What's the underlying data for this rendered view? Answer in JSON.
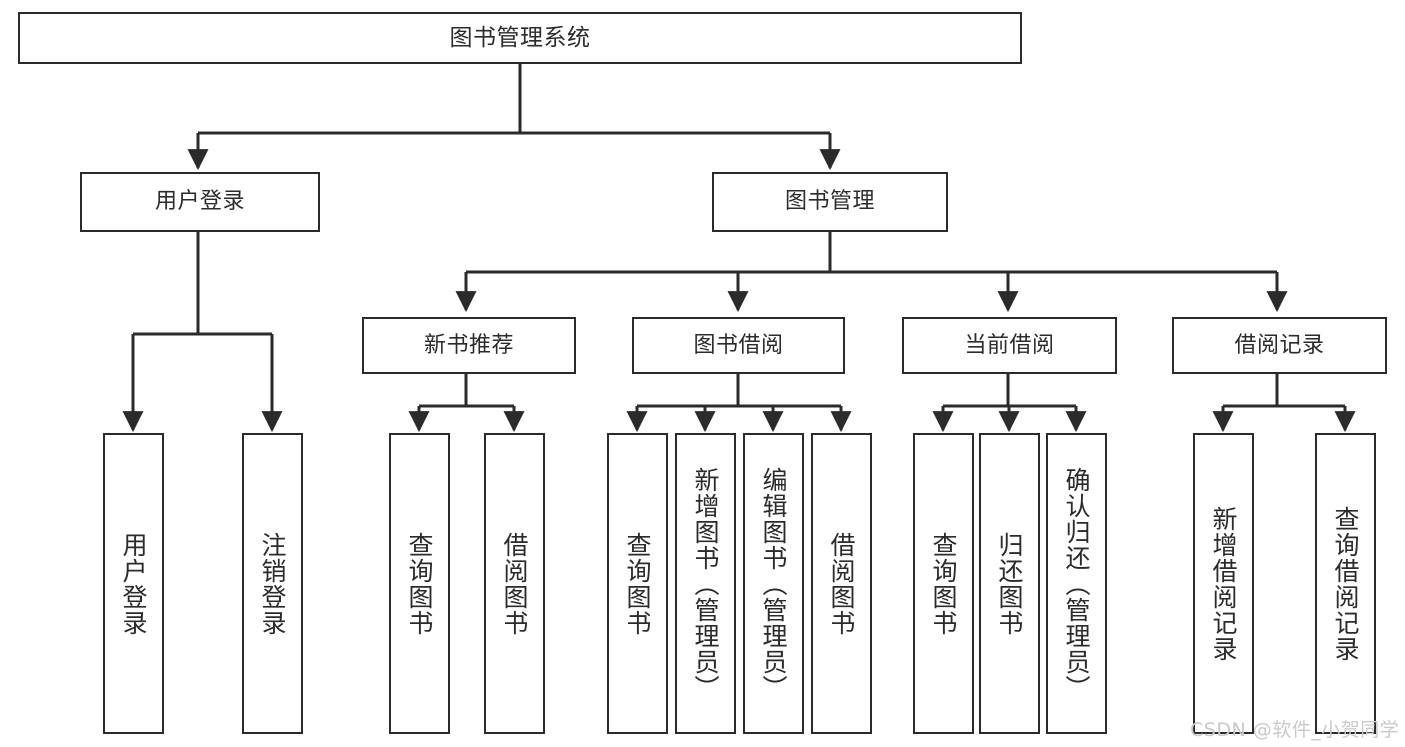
{
  "diagram": {
    "title": "图书管理系统",
    "type": "tree-hierarchy",
    "stroke_color": "#2b2b2b",
    "background_color": "#ffffff",
    "watermark": "CSDN @软件_小贺同学",
    "watermark_color": "#c9c9c9"
  },
  "nodes": {
    "root": {
      "label": "图书管理系统"
    },
    "level2": [
      {
        "id": "user-login",
        "label": "用户登录"
      },
      {
        "id": "book-manage",
        "label": "图书管理"
      }
    ],
    "level3": [
      {
        "id": "new-book-rec",
        "label": "新书推荐"
      },
      {
        "id": "book-borrow",
        "label": "图书借阅"
      },
      {
        "id": "current-borrow",
        "label": "当前借阅"
      },
      {
        "id": "borrow-record",
        "label": "借阅记录"
      }
    ],
    "leaves": {
      "user_login": [
        {
          "id": "leaf-user-login",
          "label": "用户登录"
        },
        {
          "id": "leaf-logout",
          "label": "注销登录"
        }
      ],
      "new_book_rec": [
        {
          "id": "leaf-query-book-1",
          "label": "查询图书"
        },
        {
          "id": "leaf-borrow-book-1",
          "label": "借阅图书"
        }
      ],
      "book_borrow": [
        {
          "id": "leaf-query-book-2",
          "label": "查询图书"
        },
        {
          "id": "leaf-add-book",
          "label": "新增图书（管理员）"
        },
        {
          "id": "leaf-edit-book",
          "label": "编辑图书（管理员）"
        },
        {
          "id": "leaf-borrow-book-2",
          "label": "借阅图书"
        }
      ],
      "current_borrow": [
        {
          "id": "leaf-query-book-3",
          "label": "查询图书"
        },
        {
          "id": "leaf-return-book",
          "label": "归还图书"
        },
        {
          "id": "leaf-confirm-return",
          "label": "确认归还（管理员）"
        }
      ],
      "borrow_record": [
        {
          "id": "leaf-add-record",
          "label": "新增借阅记录"
        },
        {
          "id": "leaf-query-record",
          "label": "查询借阅记录"
        }
      ]
    }
  }
}
